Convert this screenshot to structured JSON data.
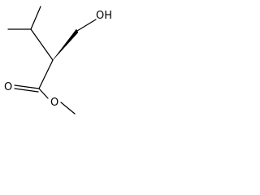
{
  "molecule": {
    "labels": {
      "hydroxyl": "OH",
      "carbonyl_oxygen": "O",
      "ester_oxygen": "O"
    },
    "colors": {
      "bond": "#000000",
      "background": "#ffffff"
    }
  }
}
